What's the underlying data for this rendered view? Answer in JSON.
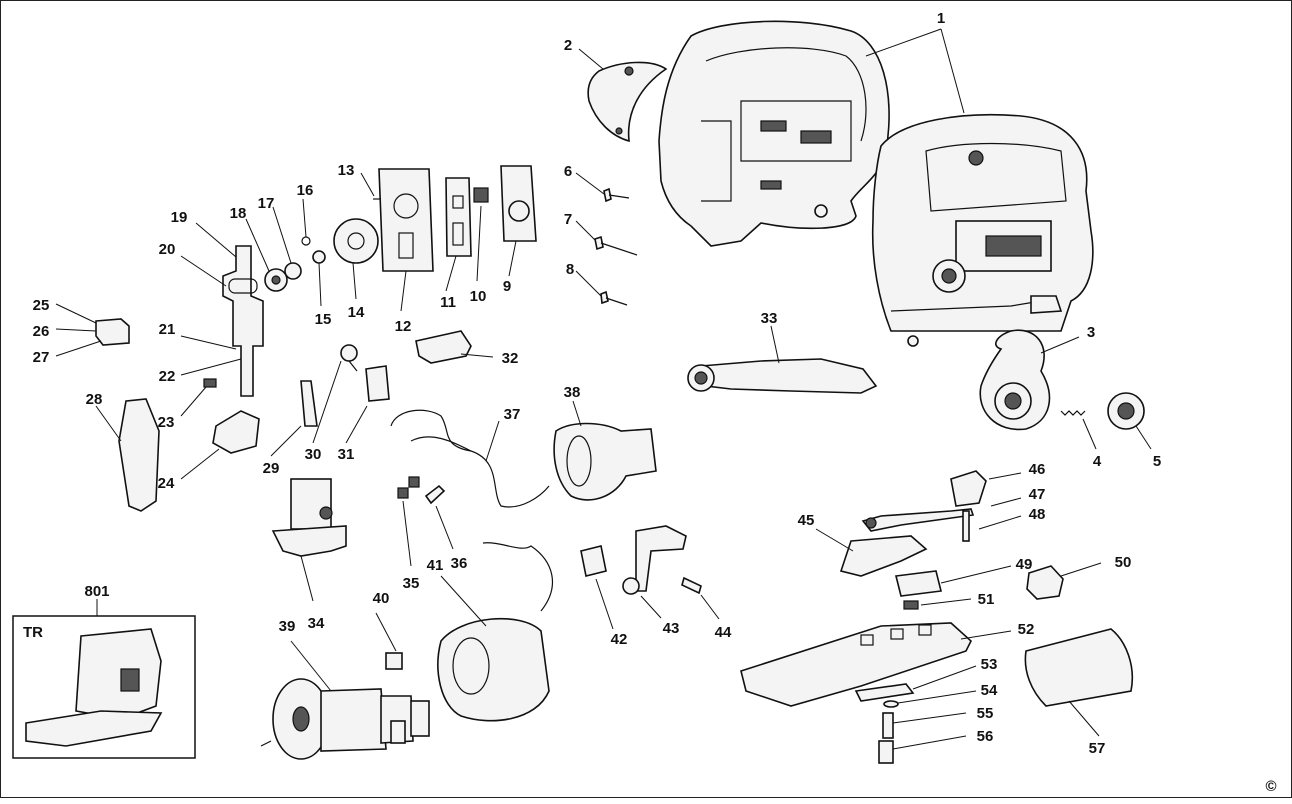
{
  "parts": [
    {
      "id": "p1",
      "label": "1"
    },
    {
      "id": "p2",
      "label": "2"
    },
    {
      "id": "p3",
      "label": "3"
    },
    {
      "id": "p4",
      "label": "4"
    },
    {
      "id": "p5",
      "label": "5"
    },
    {
      "id": "p6",
      "label": "6"
    },
    {
      "id": "p7",
      "label": "7"
    },
    {
      "id": "p8",
      "label": "8"
    },
    {
      "id": "p9",
      "label": "9"
    },
    {
      "id": "p10",
      "label": "10"
    },
    {
      "id": "p11",
      "label": "11"
    },
    {
      "id": "p12",
      "label": "12"
    },
    {
      "id": "p13",
      "label": "13"
    },
    {
      "id": "p14",
      "label": "14"
    },
    {
      "id": "p15",
      "label": "15"
    },
    {
      "id": "p16",
      "label": "16"
    },
    {
      "id": "p17",
      "label": "17"
    },
    {
      "id": "p18",
      "label": "18"
    },
    {
      "id": "p19",
      "label": "19"
    },
    {
      "id": "p20",
      "label": "20"
    },
    {
      "id": "p21",
      "label": "21"
    },
    {
      "id": "p22",
      "label": "22"
    },
    {
      "id": "p23",
      "label": "23"
    },
    {
      "id": "p24",
      "label": "24"
    },
    {
      "id": "p25",
      "label": "25"
    },
    {
      "id": "p26",
      "label": "26"
    },
    {
      "id": "p27",
      "label": "27"
    },
    {
      "id": "p28",
      "label": "28"
    },
    {
      "id": "p29",
      "label": "29"
    },
    {
      "id": "p30",
      "label": "30"
    },
    {
      "id": "p31",
      "label": "31"
    },
    {
      "id": "p32",
      "label": "32"
    },
    {
      "id": "p33",
      "label": "33"
    },
    {
      "id": "p34",
      "label": "34"
    },
    {
      "id": "p35",
      "label": "35"
    },
    {
      "id": "p36",
      "label": "36"
    },
    {
      "id": "p37",
      "label": "37"
    },
    {
      "id": "p38",
      "label": "38"
    },
    {
      "id": "p39",
      "label": "39"
    },
    {
      "id": "p40",
      "label": "40"
    },
    {
      "id": "p41",
      "label": "41"
    },
    {
      "id": "p42",
      "label": "42"
    },
    {
      "id": "p43",
      "label": "43"
    },
    {
      "id": "p44",
      "label": "44"
    },
    {
      "id": "p45",
      "label": "45"
    },
    {
      "id": "p46",
      "label": "46"
    },
    {
      "id": "p47",
      "label": "47"
    },
    {
      "id": "p48",
      "label": "48"
    },
    {
      "id": "p49",
      "label": "49"
    },
    {
      "id": "p50",
      "label": "50"
    },
    {
      "id": "p51",
      "label": "51"
    },
    {
      "id": "p52",
      "label": "52"
    },
    {
      "id": "p53",
      "label": "53"
    },
    {
      "id": "p54",
      "label": "54"
    },
    {
      "id": "p55",
      "label": "55"
    },
    {
      "id": "p56",
      "label": "56"
    },
    {
      "id": "p57",
      "label": "57"
    },
    {
      "id": "p801",
      "label": "801"
    }
  ],
  "kit_box": {
    "tag": "TR"
  },
  "copyright": "©"
}
